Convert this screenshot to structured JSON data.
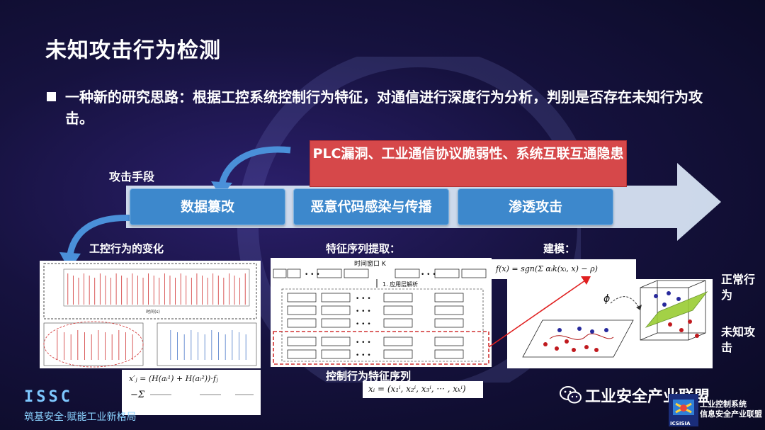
{
  "slide": {
    "title": "未知攻击行为检测",
    "bullet": "一种新的研究思路：根据工控系统控制行为特征，对通信进行深度行为分析，判别是否存在未知行为攻击。",
    "risk_box": "PLC漏洞、工业通信协议脆弱性、系统互联互通隐患",
    "attack_label": "攻击手段",
    "methods": [
      "数据篡改",
      "恶意代码感染与传播",
      "渗透攻击"
    ],
    "left_label": "工控行为的变化",
    "mid_label": "特征序列提取：",
    "mid_bottom_label": "控制行为特征序列",
    "right_label": "建模：",
    "normal_label": "正常行为",
    "unknown_label": "未知攻击",
    "phi": "ϕ",
    "chart_top_title": "时间窗口 K",
    "layer_label": "1. 应用层解析",
    "plot_time_axis": "时间(s)",
    "model_formula": "f(x) = sgn(Σ αᵢk(xᵢ, x) − ρ)",
    "feature_formula": "xᵢ = (x₁ⁱ, x₂ⁱ, x₃ⁱ, ··· , xₖⁱ)",
    "entropy_formula": "x′ⱼ = (H(aᵢ¹) + H(aᵢ²))·fⱼ"
  },
  "footer": {
    "brand": "ISSC",
    "slogan": "筑基安全·赋能工业新格局",
    "wechat_name": "工业安全产业联盟",
    "org_line1": "工业控制系统",
    "org_line2": "信息安全产业联盟",
    "org_abbr": "ICSISIA"
  },
  "colors": {
    "background": "#16123f",
    "risk_box": "#d6484a",
    "method_box": "#3d88cc",
    "arrow": "#d7e4f3"
  }
}
